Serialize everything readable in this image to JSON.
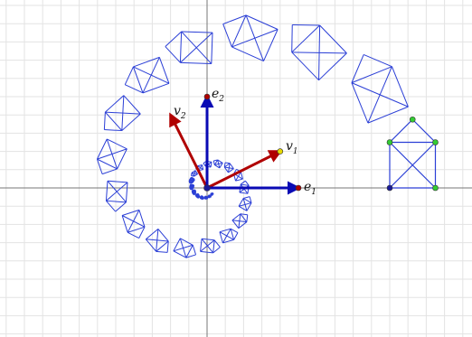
{
  "colors": {
    "background": "#ffffff",
    "grid": "#e3e3e3",
    "axis": "#777777",
    "house_edges": "#2b3fd6",
    "basis_vector": "#0a0ab4",
    "image_vector": "#b00000",
    "point_origin": "#1a1a99",
    "point_e": "#b00000",
    "point_v1": "#e6d800",
    "point_house_vertex": "#33cc33"
  },
  "labels": {
    "e1": {
      "base": "e",
      "sub": "1"
    },
    "e2": {
      "base": "e",
      "sub": "2"
    },
    "v1": {
      "base": "v",
      "sub": "1"
    },
    "v2": {
      "base": "v",
      "sub": "2"
    }
  },
  "vectors": {
    "e1": [
      1,
      0
    ],
    "e2": [
      0,
      1
    ],
    "v1": [
      0.8,
      0.4
    ],
    "v2": [
      -0.4,
      0.8
    ]
  },
  "house": {
    "vertices": [
      [
        2,
        0
      ],
      [
        2.5,
        0
      ],
      [
        2.5,
        0.5
      ],
      [
        2.25,
        0.75
      ],
      [
        2,
        0.5
      ]
    ],
    "edges": [
      [
        0,
        1
      ],
      [
        1,
        2
      ],
      [
        2,
        3
      ],
      [
        3,
        4
      ],
      [
        4,
        0
      ],
      [
        0,
        2
      ],
      [
        1,
        4
      ],
      [
        2,
        4
      ]
    ]
  },
  "spiral": {
    "rotation_step_deg": 22,
    "copies": 30
  }
}
